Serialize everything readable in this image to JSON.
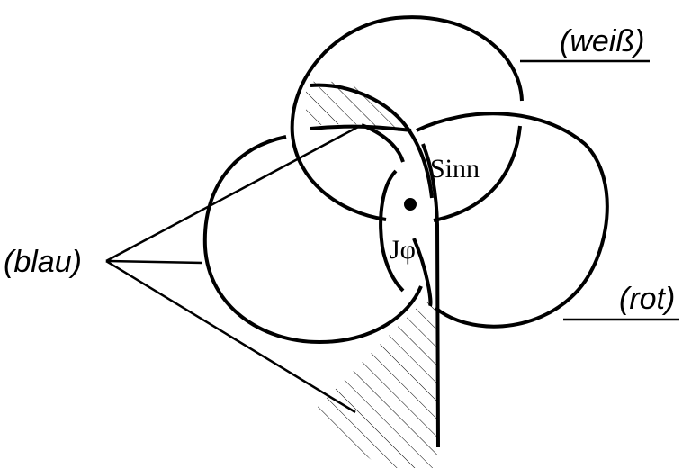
{
  "labels": {
    "weiss": "(weiß)",
    "rot": "(rot)",
    "blau": "(blau)",
    "sinn": "Sinn",
    "j_phi": "Jφ"
  },
  "colors": {
    "ink": "#000000",
    "background": "#ffffff"
  }
}
